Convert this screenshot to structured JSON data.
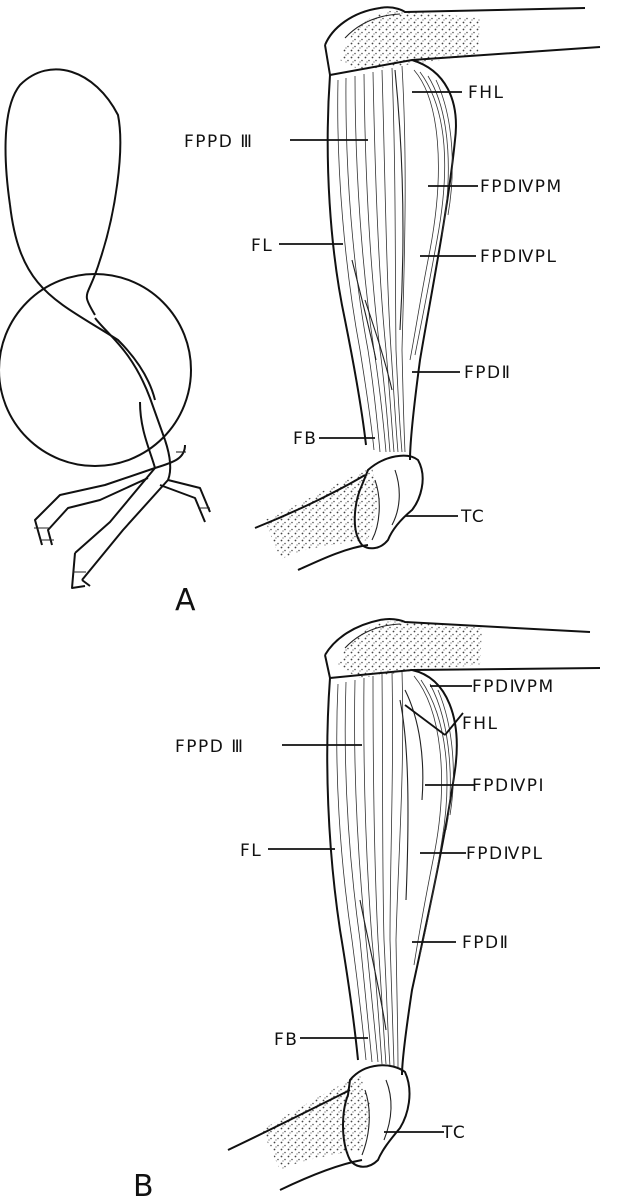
{
  "figure": {
    "panels": [
      {
        "letter": "A",
        "labels": {
          "fhl": "FHL",
          "fppd3": "FPPD Ⅲ",
          "fpd4pm": "FPDⅣPM",
          "fl": "FL",
          "fpd4pl": "FPDⅣPL",
          "fpd2": "FPDⅡ",
          "fb": "FB",
          "tc": "TC"
        }
      },
      {
        "letter": "B",
        "labels": {
          "fpd4pm": "FPDⅣPM",
          "fhl": "FHL",
          "fppd3": "FPPD Ⅲ",
          "fpd4pi": "FPDⅣPI",
          "fl": "FL",
          "fpd4pl": "FPDⅣPL",
          "fpd2": "FPDⅡ",
          "fb": "FB",
          "tc": "TC"
        }
      }
    ]
  }
}
